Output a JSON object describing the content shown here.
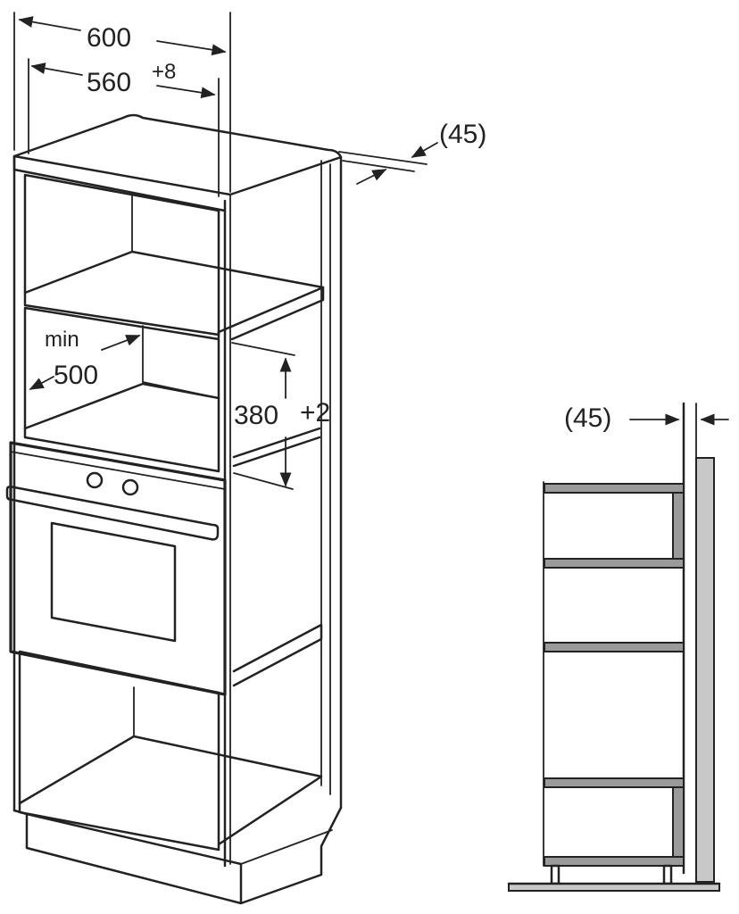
{
  "dimensions": {
    "overall_width": "600",
    "inner_width": "560",
    "inner_width_tolerance": "+8",
    "rear_gap_top": "(45)",
    "min_label": "min",
    "min_depth": "500",
    "niche_height": "380",
    "niche_height_tolerance": "+2",
    "rear_gap_side": "(45)"
  },
  "colors": {
    "line": "#222222",
    "wall": "#c8c8c8",
    "shelf": "#9a9a9a",
    "background": "#ffffff"
  }
}
